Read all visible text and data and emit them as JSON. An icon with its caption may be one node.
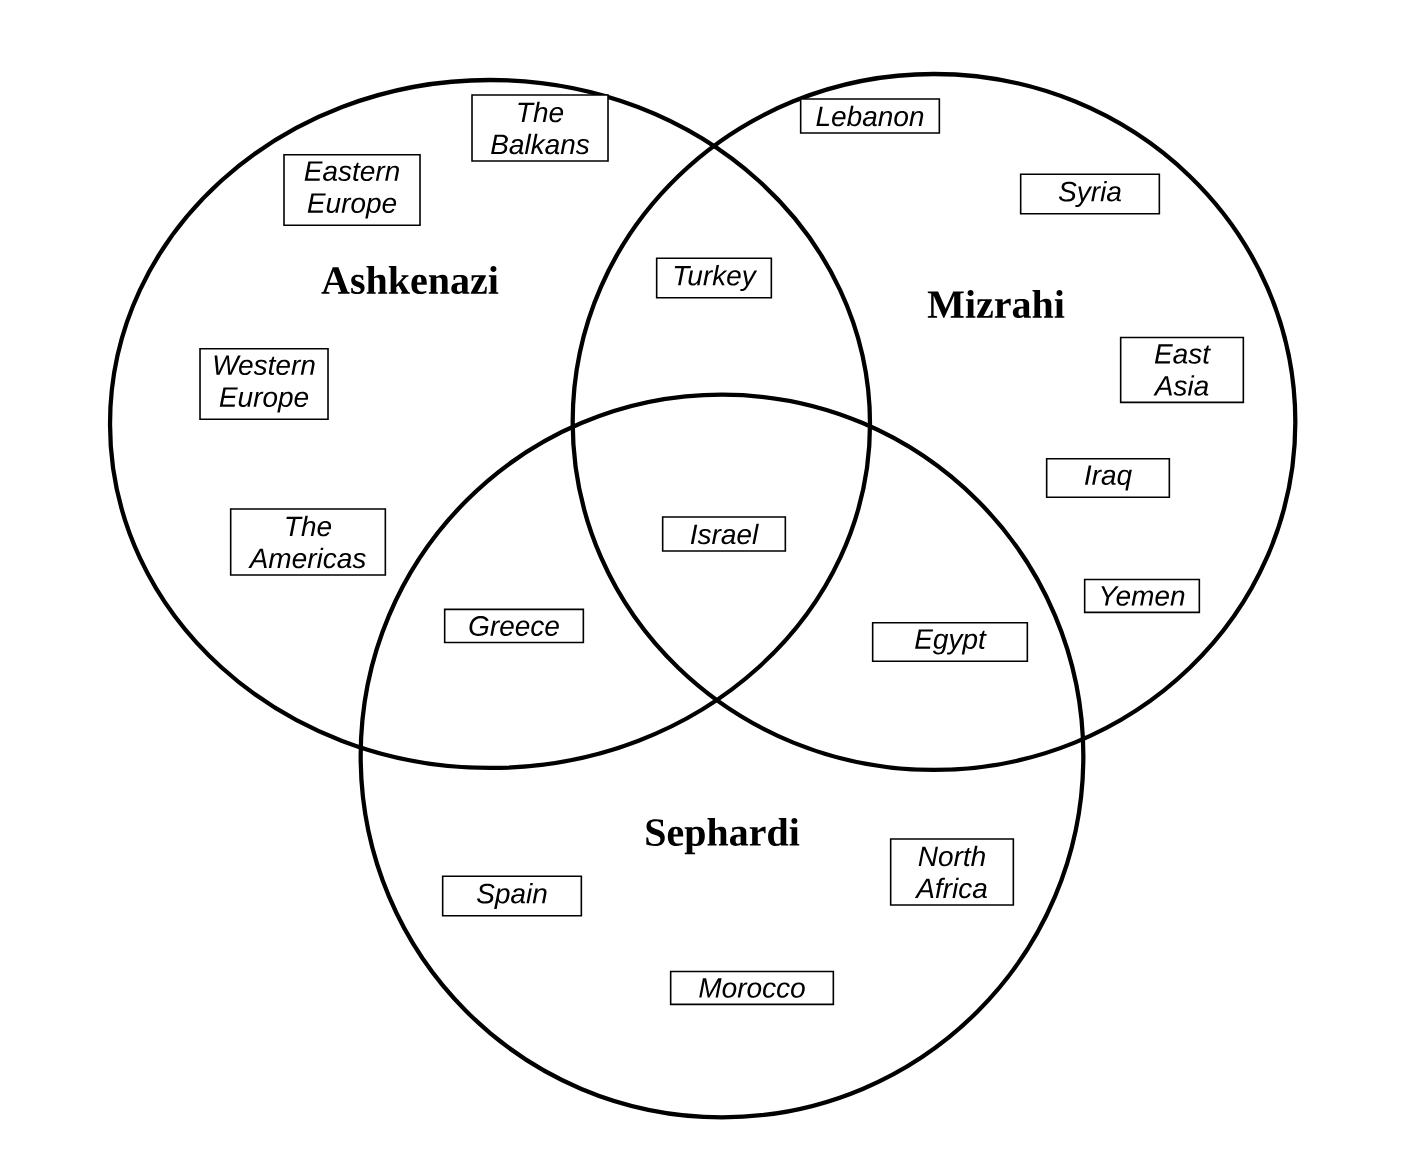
{
  "diagram": {
    "nodes": [
      {
        "text": [
          "Ashkenazi"
        ]
      },
      {
        "text": [
          "Mizrahi"
        ]
      },
      {
        "text": [
          "Sephardi"
        ]
      },
      {
        "text": [
          "Eastern Europe"
        ],
        "in": 0
      },
      {
        "text": [
          "The Balkans"
        ],
        "in": 0
      },
      {
        "text": [
          "Western Europe"
        ],
        "in": 0
      },
      {
        "text": [
          "The Americas"
        ],
        "in": 0
      },
      {
        "text": [
          "Turkey"
        ]
      },
      {
        "text": [
          "Greece"
        ]
      },
      {
        "text": [
          "Israel"
        ]
      },
      {
        "text": [
          "Lebanon"
        ],
        "in": 1
      },
      {
        "text": [
          "Syria"
        ],
        "in": 1
      },
      {
        "text": [
          "East Asia"
        ],
        "in": 1
      },
      {
        "text": [
          "Iraq"
        ],
        "in": 1
      },
      {
        "text": [
          "Yemen"
        ],
        "in": 1
      },
      {
        "text": [
          "Egypt"
        ]
      },
      {
        "text": [
          "Spain"
        ],
        "in": 2
      },
      {
        "text": [
          "North Africa"
        ],
        "in": 2
      },
      {
        "text": [
          "Morocco"
        ],
        "in": 2
      }
    ]
  }
}
